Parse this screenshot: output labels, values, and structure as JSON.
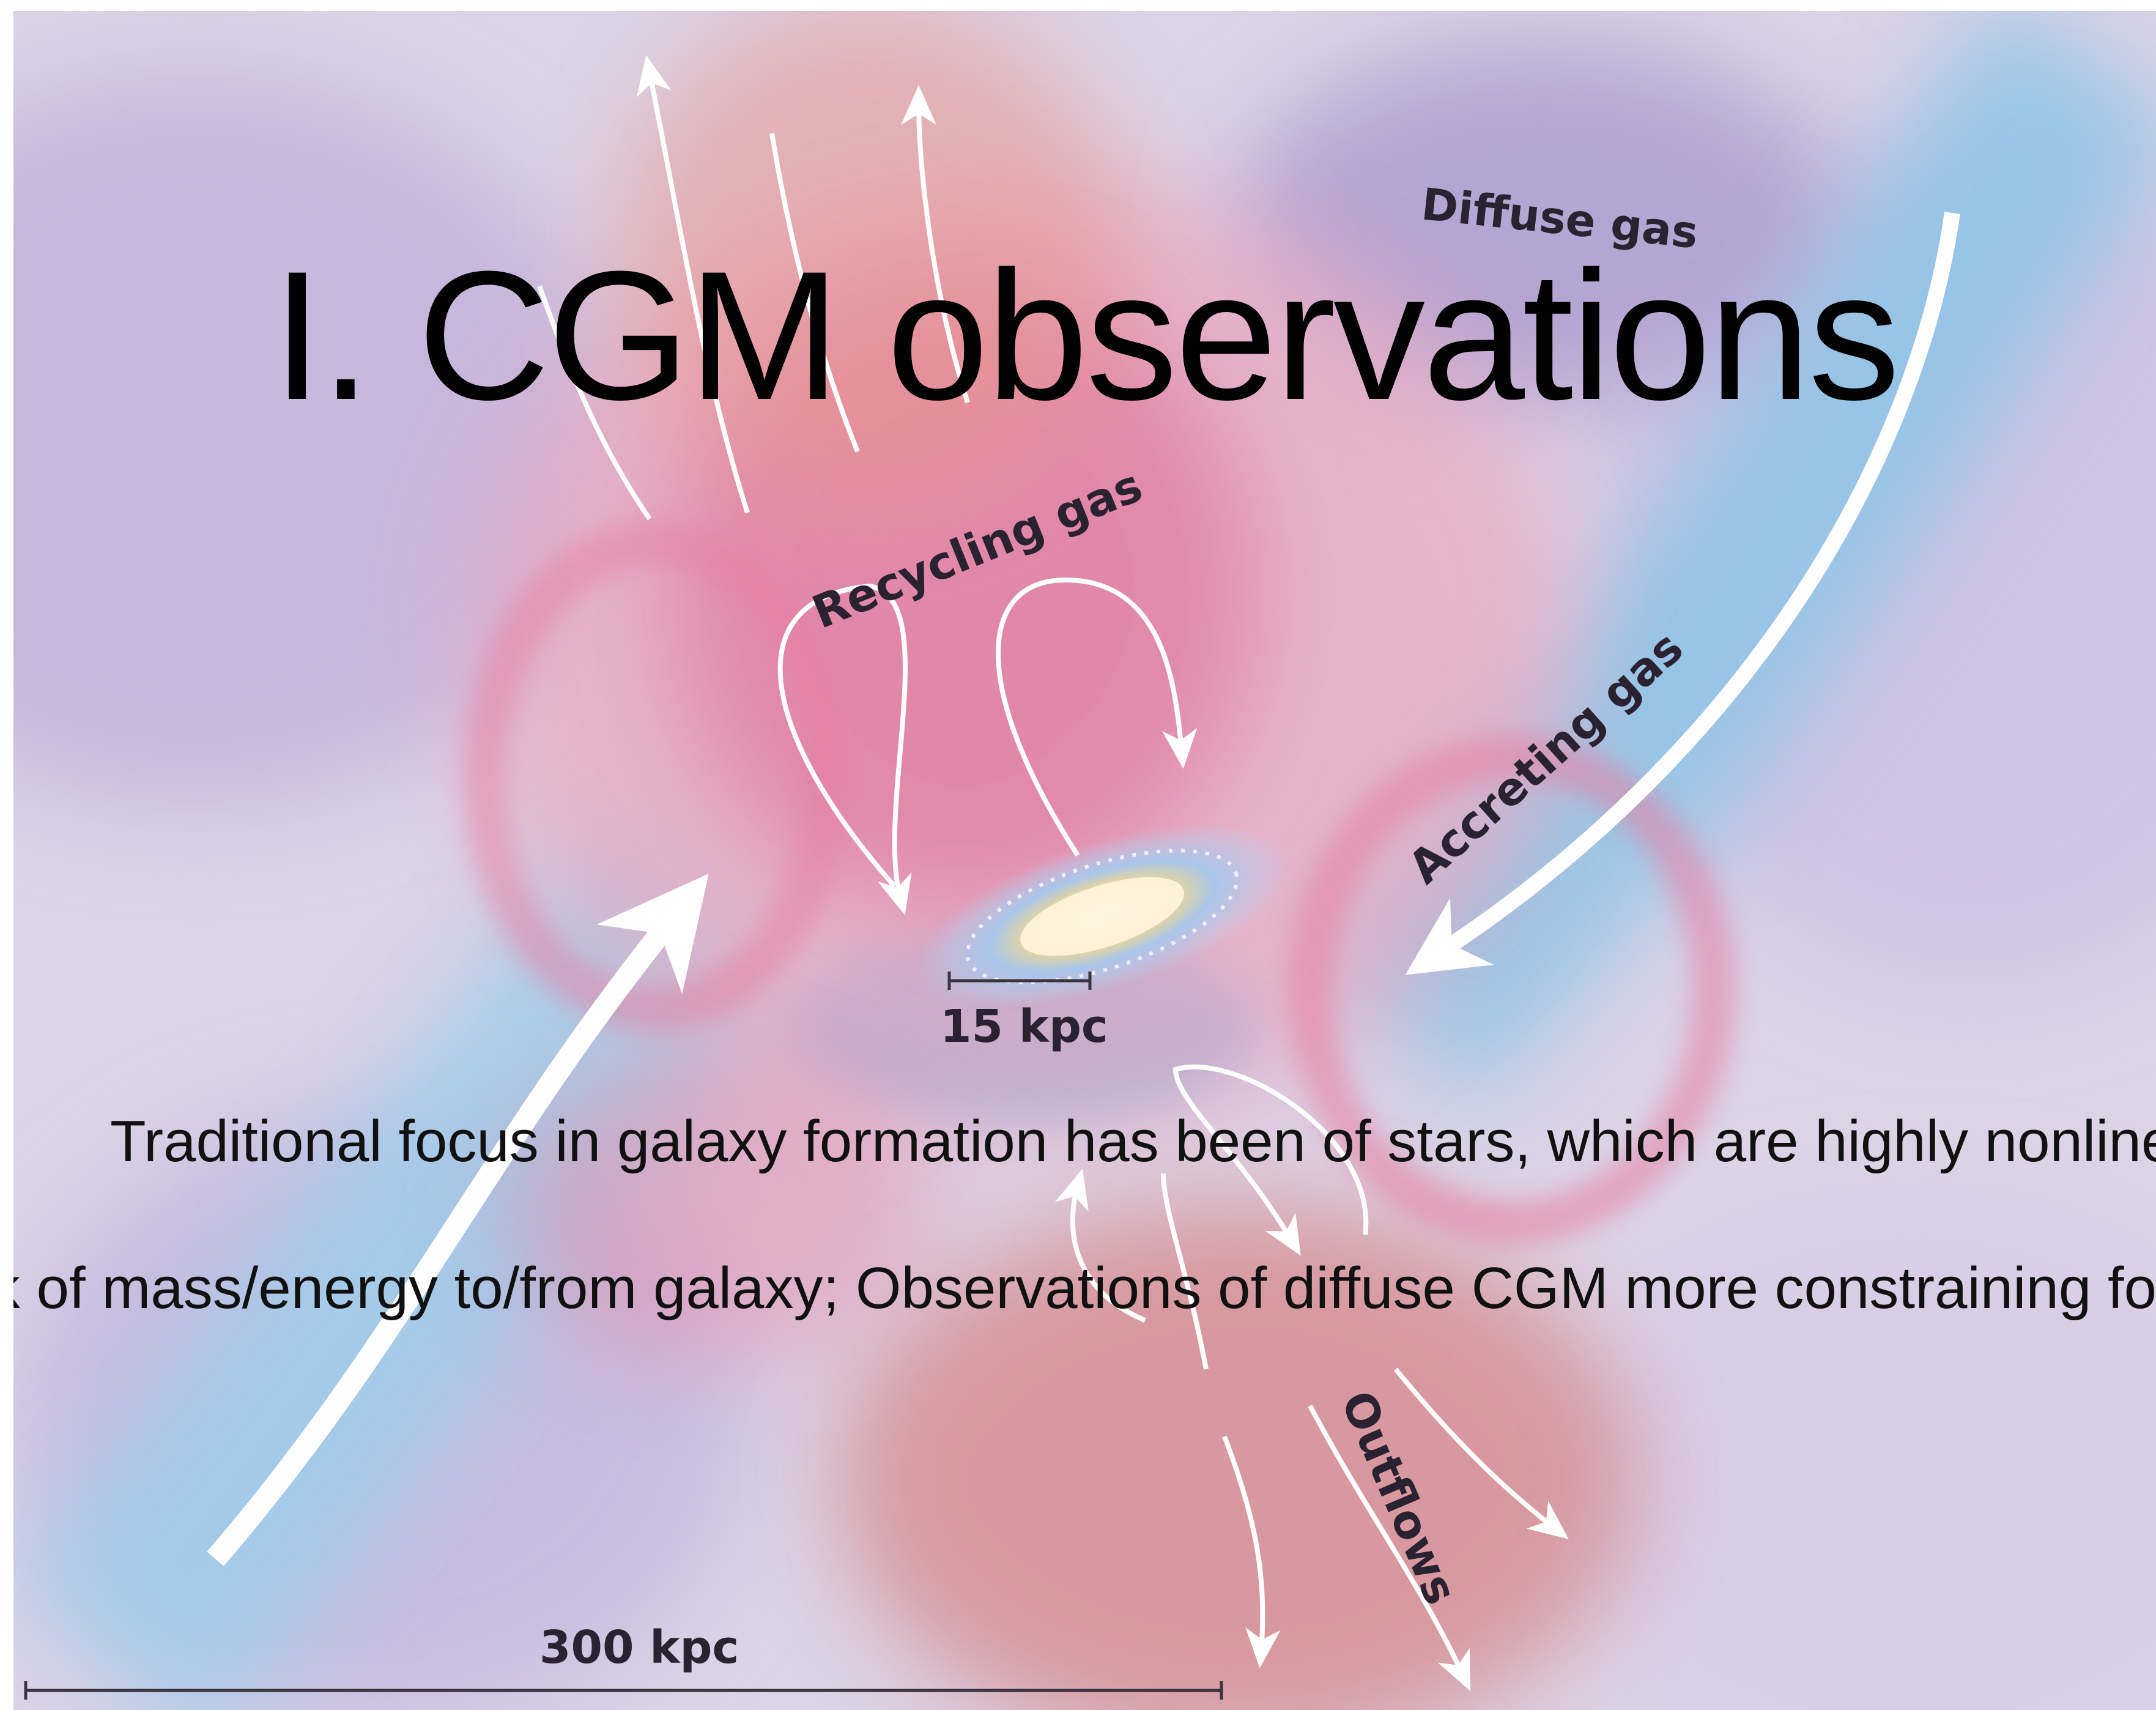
{
  "slide": {
    "title": "I. CGM observations",
    "body_lines": [
      "Traditional focus in galaxy formation has been of stars, which are highly nonlinea",
      "k of mass/energy to/from galaxy; Observations of diffuse CGM more constraining fo"
    ]
  },
  "illustration": {
    "labels": {
      "diffuse_gas": "Diffuse gas",
      "recycling_gas": "Recycling gas",
      "accreting_gas": "Accreting gas",
      "outflows": "Outflows",
      "scale_small": "15 kpc",
      "scale_large": "300 kpc"
    },
    "colors": {
      "background_lavender": "#dcd3e6",
      "cgm_pink": "#e58aa8",
      "outflow_red": "#d4736f",
      "cold_blue": "#8cc4e6",
      "arrow_white": "#ffffff"
    }
  }
}
